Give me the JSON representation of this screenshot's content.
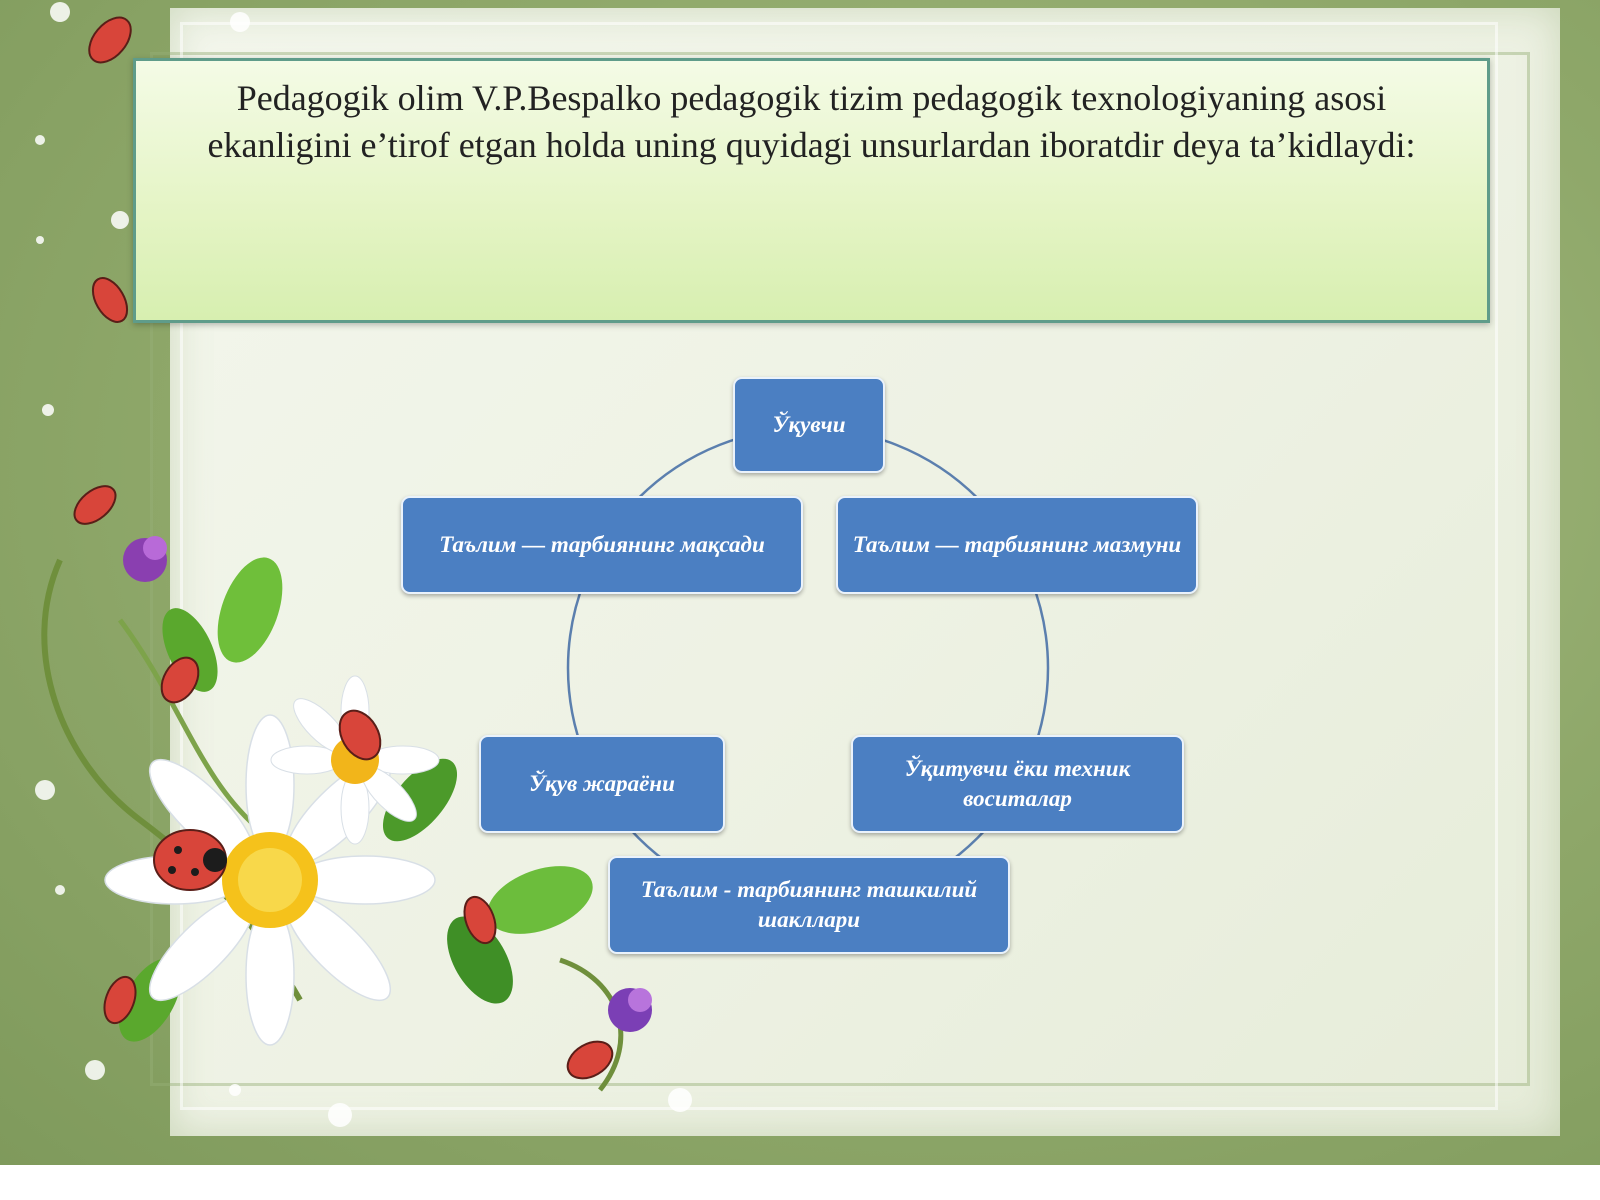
{
  "slide": {
    "title": "Pedagogik olim V.P.Bespalko pedagogik tizim pedagogik texnologiyaning asosi ekanligini e’tirof  etgan holda uning quyidagi unsurlardan iboratdir deya ta’kidlaydi:"
  },
  "diagram": {
    "nodes": [
      {
        "id": "ukuvchi",
        "label": "Ўқувчи"
      },
      {
        "id": "maksad",
        "label": "Таълим — тарбиянинг мақсади"
      },
      {
        "id": "mazmun",
        "label": "Таълим — тарбиянинг мазмуни"
      },
      {
        "id": "vosita",
        "label": "Ўқитувчи  ёки техник воситалар"
      },
      {
        "id": "shakl",
        "label": "Таълим - тарбиянинг ташкилий шакллари"
      },
      {
        "id": "jarayon",
        "label": "Ўқув  жараёни"
      }
    ],
    "layout": "cycle",
    "node_color": "#4b7fc2",
    "connector_color": "#5b7fae"
  },
  "colors": {
    "background": "#8fa86a",
    "title_box": "#e4f4c4",
    "title_border": "#5f9c8a"
  }
}
